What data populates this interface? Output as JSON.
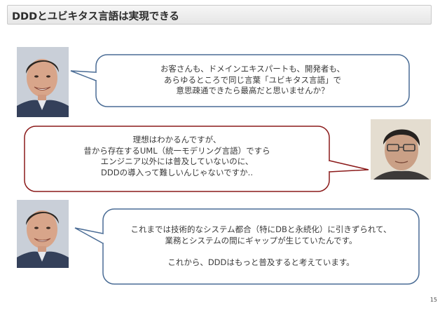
{
  "slide": {
    "title": "DDDとユビキタス言語は実現できる",
    "page_number": "15"
  },
  "bubbles": [
    {
      "speaker": "presenter",
      "lines": [
        "お客さんも、ドメインエキスパートも、開発者も、",
        "あらゆるところで同じ言葉「ユビキタス言語」で",
        "意思疎通できたら最高だと思いませんか？"
      ],
      "border_color": "#4a6c95"
    },
    {
      "speaker": "audience",
      "lines": [
        "理想はわかるんですが、",
        "昔から存在するUML（統一モデリング言語）ですら",
        "エンジニア以外には普及していないのに、",
        "DDDの導入って難しいんじゃないですか.."
      ],
      "border_color": "#8b1a1a"
    },
    {
      "speaker": "presenter",
      "lines": [
        "これまでは技術的なシステム都合（特にDBと永続化）に引きずられて、",
        "業務とシステムの間にギャップが生じていたんです。",
        "",
        "これから、DDDはもっと普及すると考えています。"
      ],
      "border_color": "#4a6c95"
    }
  ]
}
